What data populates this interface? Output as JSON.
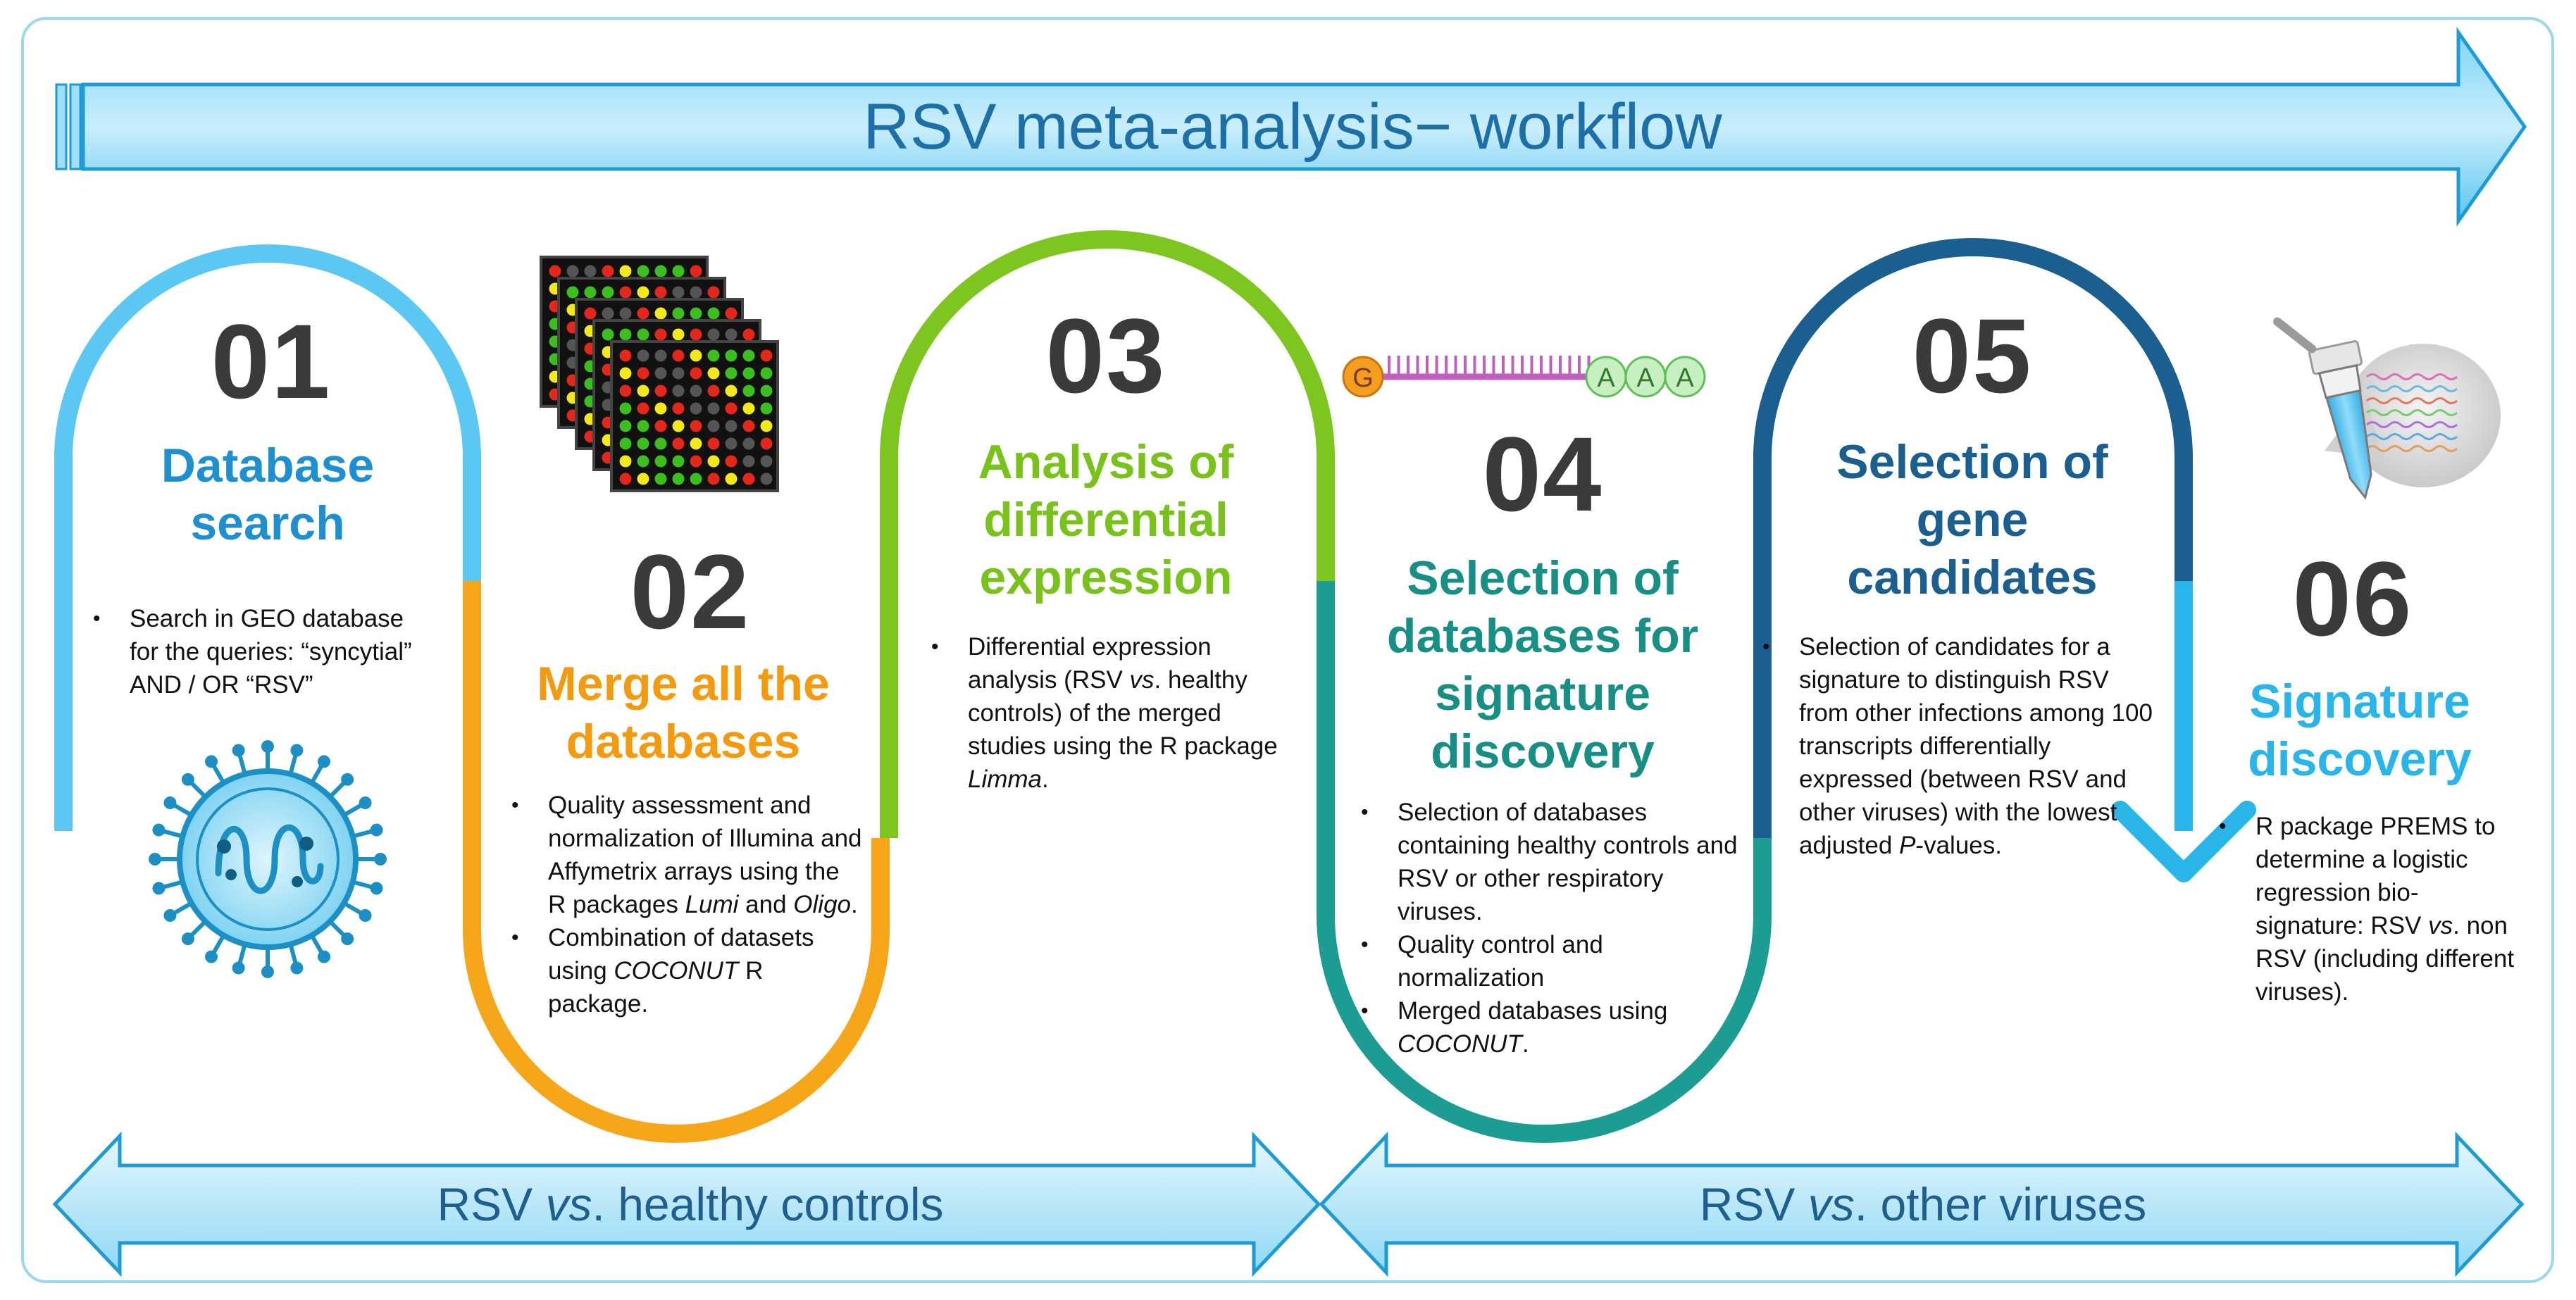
{
  "title": "RSV meta-analysis− workflow",
  "colors": {
    "step01": "#5bc8f3",
    "step02": "#f7a519",
    "step03": "#7cc61f",
    "step04": "#1c9c93",
    "step05": "#1a5f8f",
    "step06": "#29b5ea",
    "banner": "#29b5ea"
  },
  "steps": [
    {
      "number": "01",
      "title_lines": [
        "Database",
        "search"
      ],
      "bullets": [
        [
          "Search in GEO database for the queries: “syncytial” AND / OR “RSV”"
        ]
      ]
    },
    {
      "number": "02",
      "title_lines": [
        "Merge all the",
        "databases"
      ],
      "bullets": [
        [
          "Quality assessment and normalization of Illumina and Affymetrix arrays using the R packages ",
          "Lumi",
          " and ",
          "Oligo",
          "."
        ],
        [
          " Combination of datasets using ",
          "COCONUT",
          " R package."
        ]
      ]
    },
    {
      "number": "03",
      "title_lines": [
        "Analysis of",
        "differential",
        "expression"
      ],
      "bullets": [
        [
          "Differential expression analysis (RSV ",
          "vs",
          ". healthy controls) of the merged studies using the R package ",
          "Limma",
          "."
        ]
      ]
    },
    {
      "number": "04",
      "title_lines": [
        "Selection of",
        "databases for",
        "signature",
        "discovery"
      ],
      "bullets": [
        [
          "Selection of databases containing healthy controls and RSV or other respiratory viruses."
        ],
        [
          "Quality control and normalization"
        ],
        [
          "Merged databases using ",
          "COCONUT",
          "."
        ]
      ]
    },
    {
      "number": "05",
      "title_lines": [
        "Selection of",
        "gene",
        "candidates"
      ],
      "bullets": [
        [
          "Selection of candidates for a signature to distinguish RSV from other infections among 100 transcripts differentially expressed (between RSV and other viruses) with the lowest adjusted ",
          "P",
          "-values."
        ]
      ]
    },
    {
      "number": "06",
      "title_lines": [
        "Signature",
        "discovery"
      ],
      "bullets": [
        [
          "R package PREMS to determine a logistic regression bio-signature: RSV ",
          "vs",
          ". non RSV (including different viruses)."
        ]
      ]
    }
  ],
  "bottom_left": {
    "pre": "RSV ",
    "italic": "vs",
    "post": ". healthy controls"
  },
  "bottom_right": {
    "pre": "RSV ",
    "italic": "vs",
    "post": ". other viruses"
  },
  "mrna": {
    "cap": "G",
    "tail": [
      "A",
      "A",
      "A"
    ]
  }
}
